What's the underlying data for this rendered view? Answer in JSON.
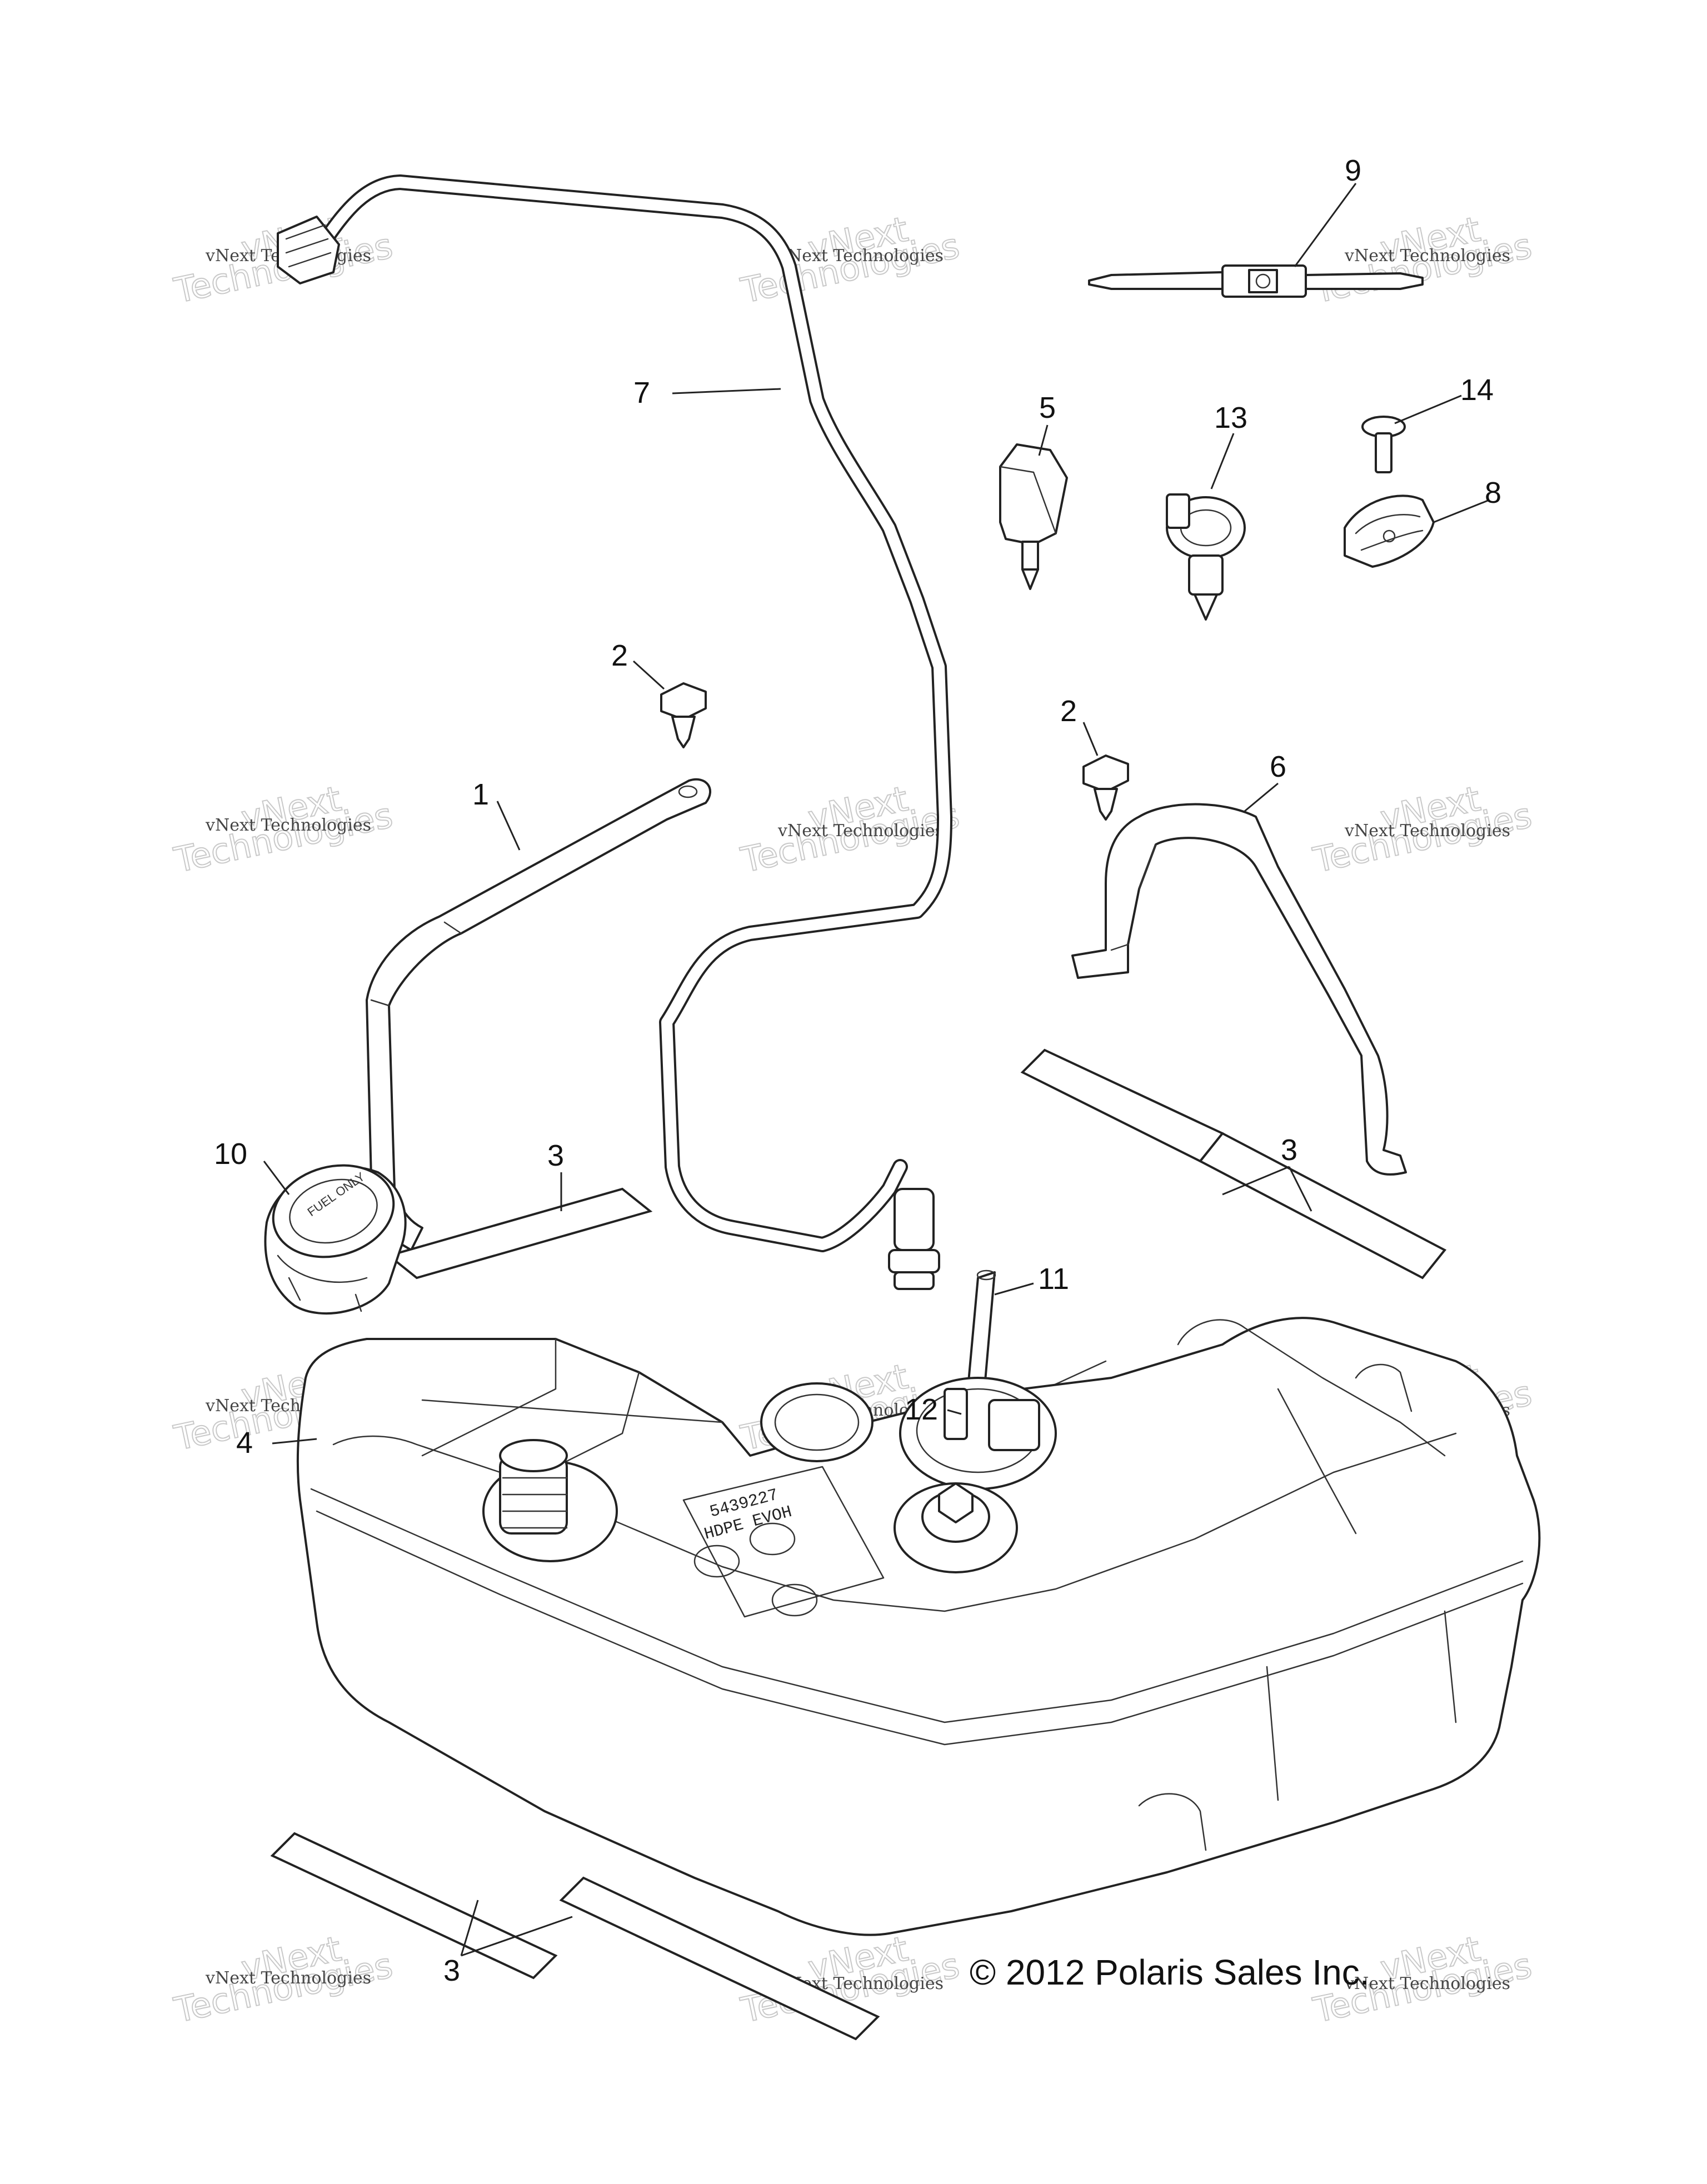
{
  "callouts": [
    {
      "id": "c1",
      "label": "1"
    },
    {
      "id": "c2a",
      "label": "2"
    },
    {
      "id": "c2b",
      "label": "2"
    },
    {
      "id": "c3a",
      "label": "3"
    },
    {
      "id": "c3b",
      "label": "3"
    },
    {
      "id": "c3c",
      "label": "3"
    },
    {
      "id": "c4",
      "label": "4"
    },
    {
      "id": "c5",
      "label": "5"
    },
    {
      "id": "c6",
      "label": "6"
    },
    {
      "id": "c7",
      "label": "7"
    },
    {
      "id": "c8",
      "label": "8"
    },
    {
      "id": "c9",
      "label": "9"
    },
    {
      "id": "c10",
      "label": "10"
    },
    {
      "id": "c11",
      "label": "11"
    },
    {
      "id": "c12",
      "label": "12"
    },
    {
      "id": "c13",
      "label": "13"
    },
    {
      "id": "c14",
      "label": "14"
    }
  ],
  "copyright": "© 2012 Polaris Sales Inc.",
  "watermark": {
    "line1": "vNext Technologies",
    "line2": "vNext",
    "line3": "Technologies"
  },
  "tank_label": {
    "line1": "5439227",
    "line2": "HDPE EVOH"
  },
  "cap_text": "FUEL ONLY"
}
